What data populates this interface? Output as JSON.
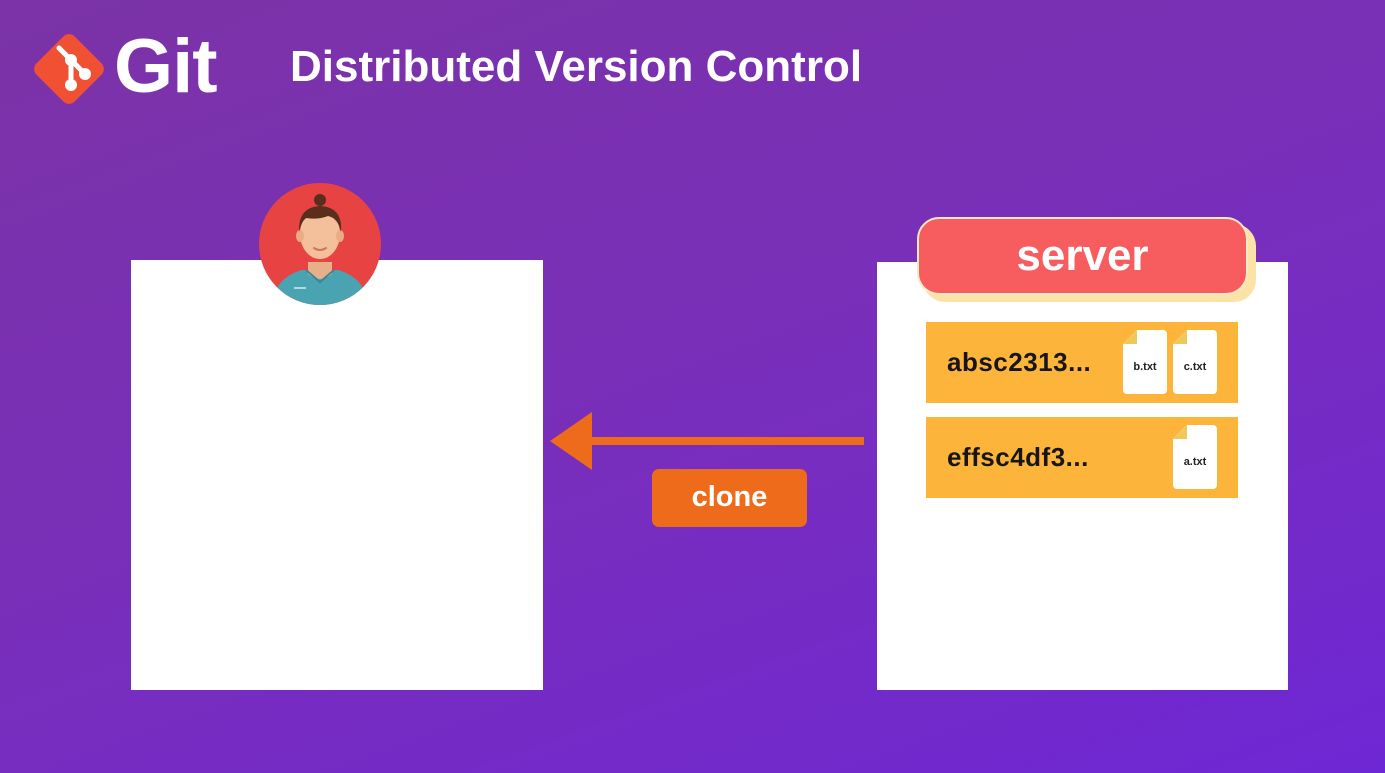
{
  "header": {
    "logo_text": "Git",
    "title": "Distributed Version Control"
  },
  "server": {
    "label": "server",
    "commits": [
      {
        "hash": "absc2313...",
        "files": [
          "b.txt",
          "c.txt"
        ]
      },
      {
        "hash": "effsc4df3...",
        "files": [
          "a.txt"
        ]
      }
    ]
  },
  "action": {
    "label": "clone",
    "direction": "server-to-local"
  },
  "colors": {
    "git_brand": "#f05133",
    "server_pill": "#f75c5e",
    "commit_block": "#fdb43a",
    "clone_arrow": "#ee6b1c",
    "avatar_bg": "#e84343"
  },
  "icons": {
    "logo": "git-logo-icon",
    "avatar": "user-avatar-icon",
    "file": "file-icon",
    "arrow": "arrow-left-icon"
  }
}
